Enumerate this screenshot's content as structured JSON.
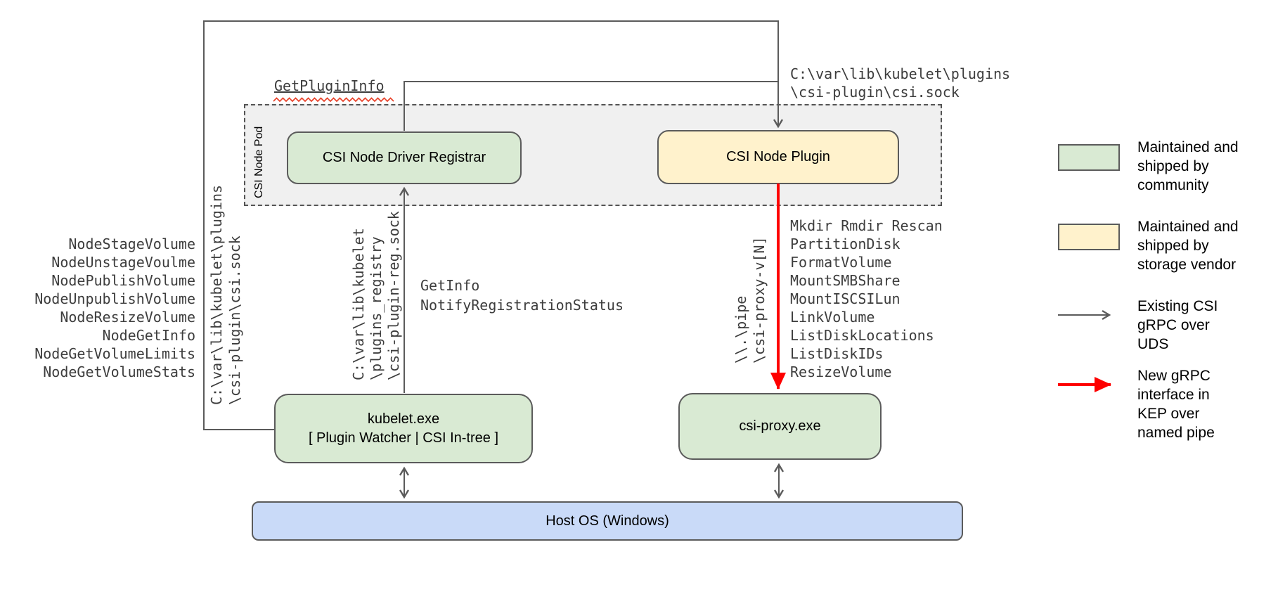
{
  "pod": {
    "label": "CSI Node Pod"
  },
  "nodes": {
    "registrar": {
      "label": "CSI Node Driver Registrar"
    },
    "plugin": {
      "label": "CSI Node Plugin"
    },
    "kubelet": {
      "label": "kubelet.exe",
      "sublabel": "[ Plugin Watcher | CSI In-tree ]"
    },
    "csi_proxy": {
      "label": "csi-proxy.exe"
    },
    "host_os": {
      "label": "Host OS (Windows)"
    }
  },
  "edges": {
    "get_plugin_info_label": "GetPluginInfo",
    "csi_sock_path_top": "C:\\var\\lib\\kubelet\\plugins\n\\csi-plugin\\csi.sock",
    "csi_sock_path_left": "C:\\var\\lib\\kubelet\\plugins\n\\csi-plugin\\csi.sock",
    "registration_sock_path": "C:\\var\\lib\\kubelet\n\\plugins_registry\n\\csi-plugin-reg.sock",
    "registration_methods": "GetInfo\nNotifyRegistrationStatus",
    "named_pipe_path": "\\\\.\\pipe\n\\csi-proxy-v[N]",
    "node_methods": [
      "NodeStageVolume",
      "NodeUnstageVoulme",
      "NodePublishVolume",
      "NodeUnpublishVolume",
      "NodeResizeVolume",
      "NodeGetInfo",
      "NodeGetVolumeLimits",
      "NodeGetVolumeStats"
    ],
    "proxy_methods": [
      "Mkdir Rmdir Rescan",
      "PartitionDisk",
      "FormatVolume",
      "MountSMBShare",
      "MountISCSILun",
      "LinkVolume",
      "ListDiskLocations",
      "ListDiskIDs",
      "ResizeVolume"
    ]
  },
  "legend": {
    "items": [
      {
        "swatch": "green-box",
        "label": "Maintained and\nshipped by\ncommunity"
      },
      {
        "swatch": "yellow-box",
        "label": "Maintained and\nshipped by\nstorage vendor"
      },
      {
        "swatch": "gray-arrow",
        "label": "Existing CSI\ngRPC over\nUDS"
      },
      {
        "swatch": "red-arrow",
        "label": "New gRPC\ninterface in\nKEP over\nnamed pipe"
      }
    ]
  },
  "colors": {
    "community_green": "#d9ead3",
    "vendor_yellow": "#fff2cc",
    "host_blue": "#c9daf8",
    "pod_fill": "#f0f0f0",
    "line_gray": "#5b5b5b",
    "arrow_red": "#fe0000",
    "squiggle_red": "#e8442c",
    "mono_text": "#3d3d3d"
  }
}
